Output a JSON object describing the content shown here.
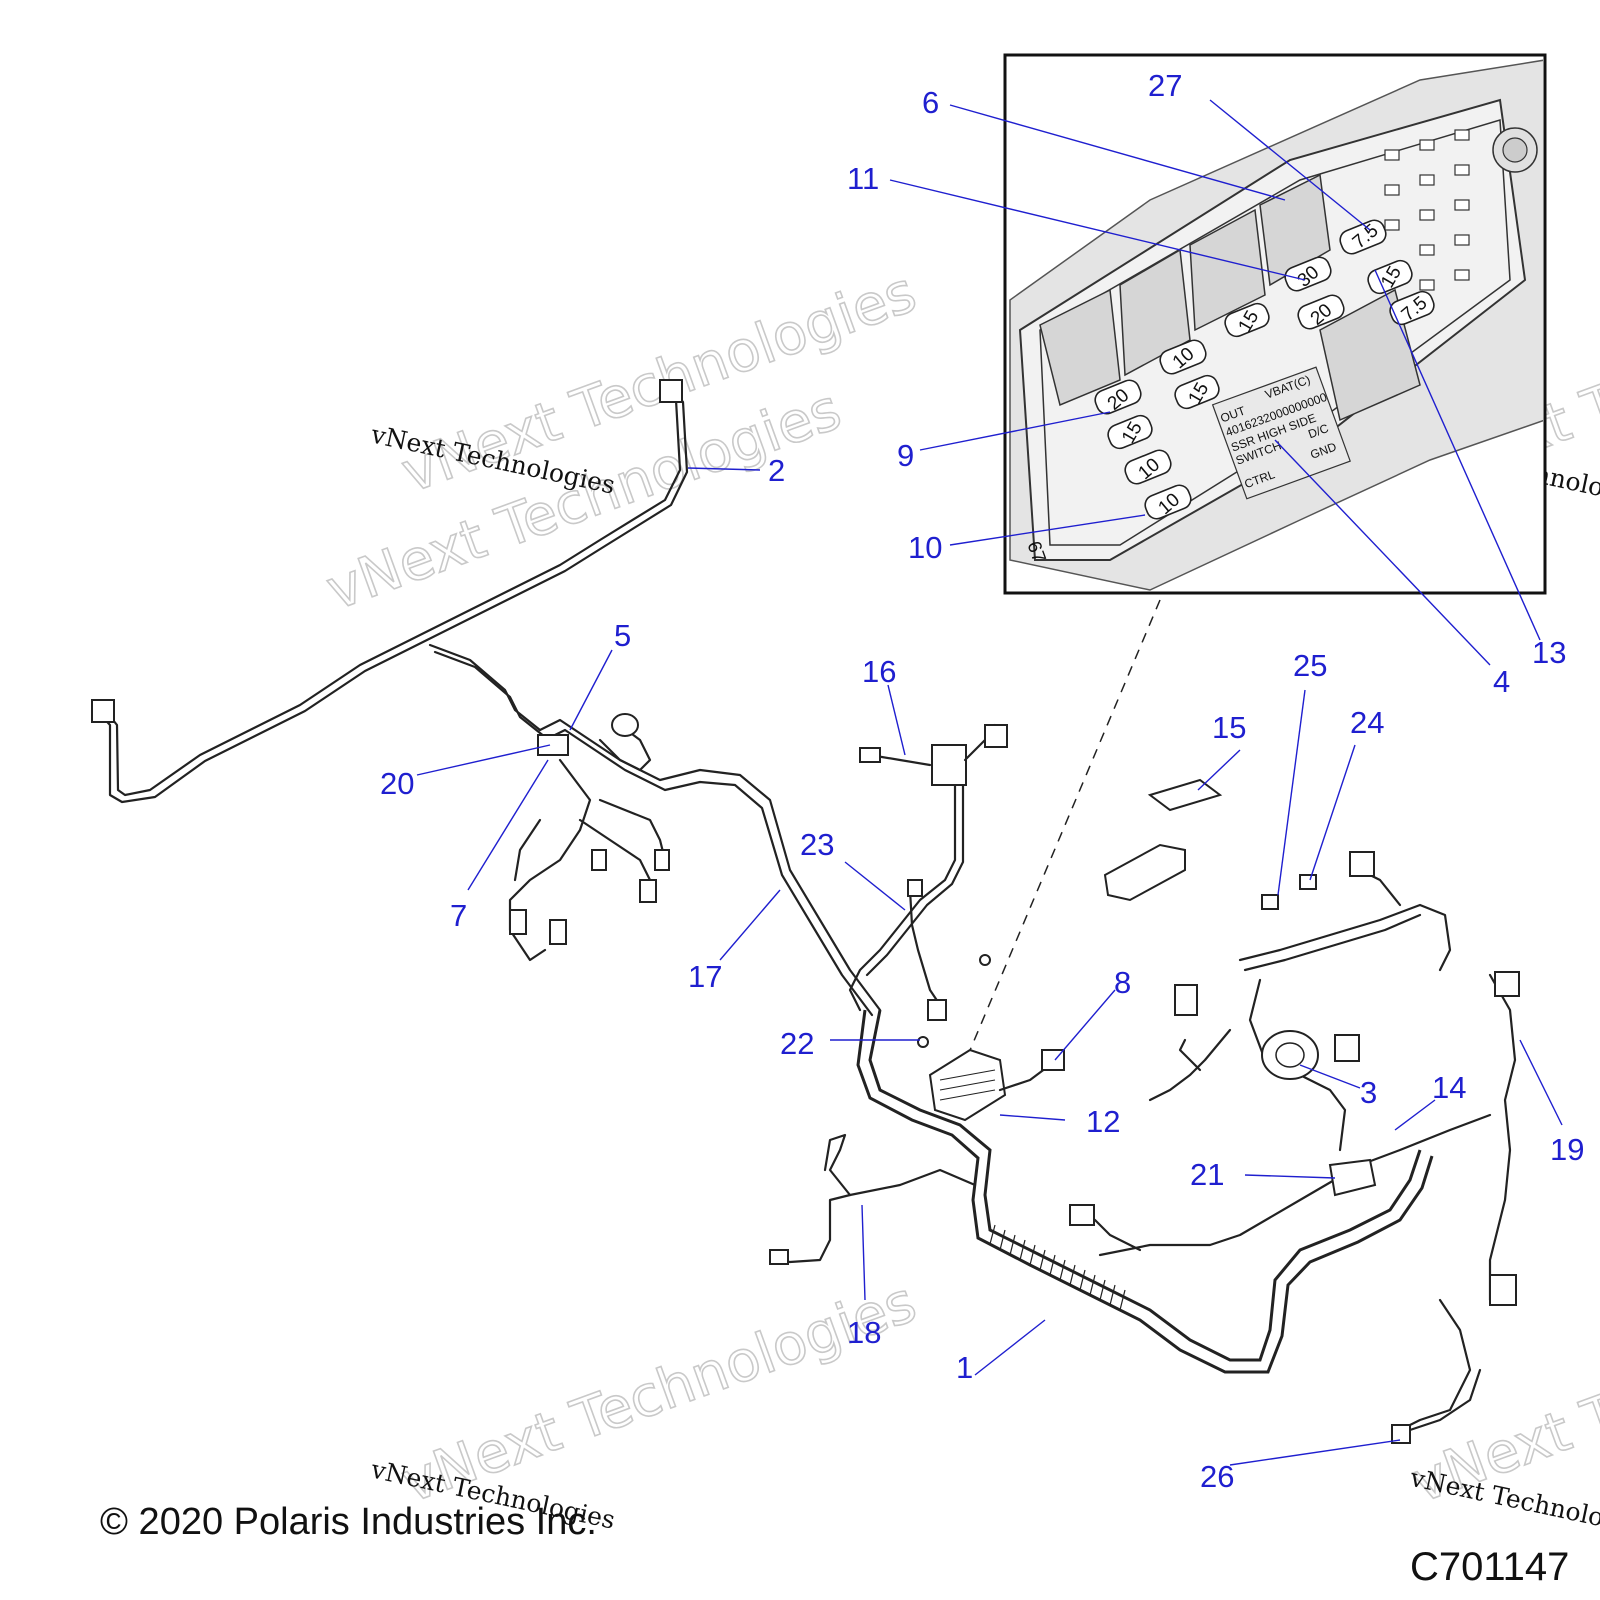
{
  "diagram": {
    "copyright": "© 2020 Polaris Industries Inc.",
    "figure_id": "C701147",
    "watermark_outline": "vNext Technologies",
    "watermark_text": "vNext Technologies",
    "callouts": {
      "c1": "1",
      "c2": "2",
      "c3": "3",
      "c4": "4",
      "c5": "5",
      "c6": "6",
      "c7": "7",
      "c8": "8",
      "c9": "9",
      "c10": "10",
      "c11": "11",
      "c12": "12",
      "c13": "13",
      "c14": "14",
      "c15": "15",
      "c16": "16",
      "c17": "17",
      "c18": "18",
      "c19": "19",
      "c20": "20",
      "c21": "21",
      "c22": "22",
      "c23": "23",
      "c24": "24",
      "c25": "25",
      "c26": "26",
      "c27": "27"
    },
    "fuse_labels": {
      "f75a": "7.5",
      "f30": "30",
      "f15a": "15",
      "f20a": "20",
      "f75b": "7.5",
      "f15b": "15",
      "f10a": "10",
      "f20b": "20",
      "f15c": "15",
      "f15d": "15",
      "f10b": "10",
      "f10c": "10"
    },
    "panel_text": {
      "out": "OUT",
      "vbat": "VBAT(C)",
      "pn": "4016232000000000",
      "ssr": "SSR HIGH SIDE",
      "switch": "SWITCH",
      "dc": "D/C",
      "ctrl": "CTRL",
      "gnd": "GND",
      "num": "67"
    }
  }
}
